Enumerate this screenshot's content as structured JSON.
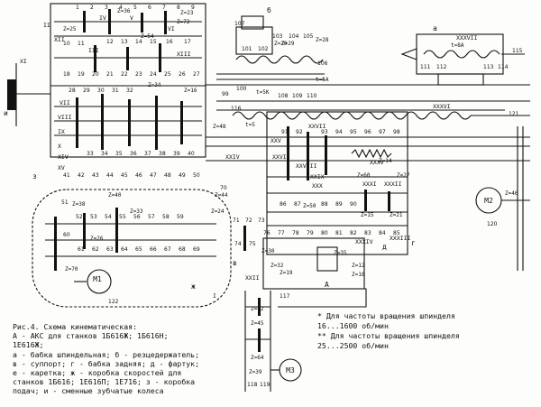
{
  "caption": {
    "lines": [
      "Рис.4. Схема кинематическая:",
      "   А - АКС для станков 1Б616Ж; 1Б616Н;",
      "   1Е616Ж;",
      "   а - бабка шпиндельная; б - резцедержатель;",
      "   в - суппорт; г - бабка задняя; д - фартук;",
      "   е - каретка; ж - коробка скоростей для",
      "   станков 1Б616; 1Е616П; 1Е716; з - коробка",
      "   подач; и - сменные зубчатые колеса"
    ]
  },
  "notes": {
    "lines": [
      "* Для частоты вращения шпинделя",
      "  16...1600 об/мин",
      "** Для частоты вращения шпинделя",
      "  25...2500 об/мин"
    ]
  },
  "labels": {
    "motor_m1": "M1",
    "motor_m2": "M2",
    "motor_m3": "M3",
    "letter_a_top": "а",
    "letter_b": "б",
    "letter_v": "в",
    "letter_g": "г",
    "letter_d": "д",
    "letter_zh": "ж",
    "letter_z": "з",
    "letter_i": "и",
    "letter_big_a": "А",
    "roman_i": "I",
    "roman_ii": "II",
    "roman_iii": "III",
    "roman_iv": "IV",
    "roman_v": "V",
    "roman_vi": "VI",
    "roman_vii": "VII",
    "roman_viii": "VIII",
    "roman_ix": "IX",
    "roman_x": "X",
    "roman_xi": "XI",
    "roman_xii": "XII",
    "roman_xiii": "XIII",
    "roman_xiv": "XIV",
    "roman_xv": "XV",
    "roman_xxii": "XXII",
    "roman_xxiv": "XXIV",
    "roman_xxv": "XXV",
    "roman_xxvi": "XXVI",
    "roman_xxvii": "XXVII",
    "roman_xxviii": "XXVIII",
    "roman_xxix": "XXIX",
    "roman_xxx": "XXX",
    "roman_xxxi": "XXXI",
    "roman_xxxii": "XXXII",
    "roman_xxxiii": "XXXIII",
    "roman_xxxiv": "XXXIV",
    "roman_xxxv": "XXXV",
    "roman_xxxvi": "XXXVI",
    "roman_xxxvii": "XXXVII",
    "gear_z25": "Z=25",
    "gear_z36": "Z=36",
    "gear_z23": "Z=23",
    "gear_z20": "Z=20",
    "gear_z44": "Z=44",
    "gear_z24": "Z=24",
    "gear_z48": "Z=48",
    "gear_z38": "Z=38",
    "gear_z30": "Z=30",
    "gear_z70": "Z=70",
    "gear_z72": "Z=72",
    "gear_z54": "Z=54",
    "gear_z40": "Z=40",
    "gear_z32": "Z=32",
    "gear_z33": "Z=33",
    "gear_z12": "Z=12",
    "gear_z15": "Z=15",
    "gear_z18": "Z=18",
    "gear_z19": "Z=19",
    "gear_z42": "Z=42",
    "gear_z45": "Z=45",
    "gear_z60": "Z=60",
    "gear_z64": "Z=64",
    "gear_z28": "Z=28",
    "gear_z26": "Z=26",
    "gear_z34": "Z=34",
    "gear_z35": "Z=35",
    "gear_z27": "Z=27",
    "gear_z39": "Z=39",
    "gear_z50": "Z=50",
    "gear_z16": "Z=16",
    "gear_z14": "Z=14",
    "gear_z29": "Z=29",
    "gear_z21": "Z=21",
    "gear_z46": "Z=46",
    "screw_t5k": "t=5K",
    "screw_t5": "t=5",
    "screw_t5a": "t=5A",
    "screw_t8a": "t=8A",
    "n1": "1",
    "n2": "2",
    "n3": "3",
    "n4": "4",
    "n5": "5",
    "n6": "6",
    "n7": "7",
    "n8": "8",
    "n9": "9",
    "n10": "10",
    "n11": "11",
    "n12": "12",
    "n13": "13",
    "n14": "14",
    "n15": "15",
    "n16": "16",
    "n17": "17",
    "n18": "18",
    "n19": "19",
    "n20": "20",
    "n21": "21",
    "n22": "22",
    "n23": "23",
    "n24": "24",
    "n25": "25",
    "n26": "26",
    "n27": "27",
    "n28": "28",
    "n29": "29",
    "n30": "30",
    "n31": "31",
    "n32": "32",
    "n33": "33",
    "n34": "34",
    "n35": "35",
    "n36": "36",
    "n37": "37",
    "n38": "38",
    "n39": "39",
    "n40": "40",
    "n41": "41",
    "n42": "42",
    "n43": "43",
    "n44": "44",
    "n45": "45",
    "n46": "46",
    "n47": "47",
    "n48": "48",
    "n49": "49",
    "n50": "50",
    "n51": "51",
    "n52": "52",
    "n53": "53",
    "n54": "54",
    "n55": "55",
    "n56": "56",
    "n57": "57",
    "n58": "58",
    "n59": "59",
    "n60": "60",
    "n61": "61",
    "n62": "62",
    "n63": "63",
    "n64": "64",
    "n65": "65",
    "n66": "66",
    "n67": "67",
    "n68": "68",
    "n69": "69",
    "n70": "70",
    "n71": "71",
    "n72": "72",
    "n73": "73",
    "n74": "74",
    "n75": "75",
    "n76": "76",
    "n77": "77",
    "n78": "78",
    "n79": "79",
    "n80": "80",
    "n81": "81",
    "n82": "82",
    "n83": "83",
    "n84": "84",
    "n85": "85",
    "n86": "86",
    "n87": "87",
    "n88": "88",
    "n89": "89",
    "n90": "90",
    "n91": "91",
    "n92": "92",
    "n93": "93",
    "n94": "94",
    "n95": "95",
    "n96": "96",
    "n97": "97",
    "n98": "98",
    "n99": "99",
    "n100": "100",
    "n101": "101",
    "n102": "102",
    "n103": "103",
    "n104": "104",
    "n105": "105",
    "n106": "106",
    "n107": "107",
    "n108": "108",
    "n109": "109",
    "n110": "110",
    "n111": "111",
    "n112": "112",
    "n113": "113",
    "n114": "114",
    "n115": "115",
    "n116": "116",
    "n117": "117",
    "n118": "118",
    "n119": "119",
    "n120": "120",
    "n121": "121",
    "n122": "122"
  },
  "colors": {
    "ink": "#111111",
    "paper": "#fdfdfb"
  }
}
